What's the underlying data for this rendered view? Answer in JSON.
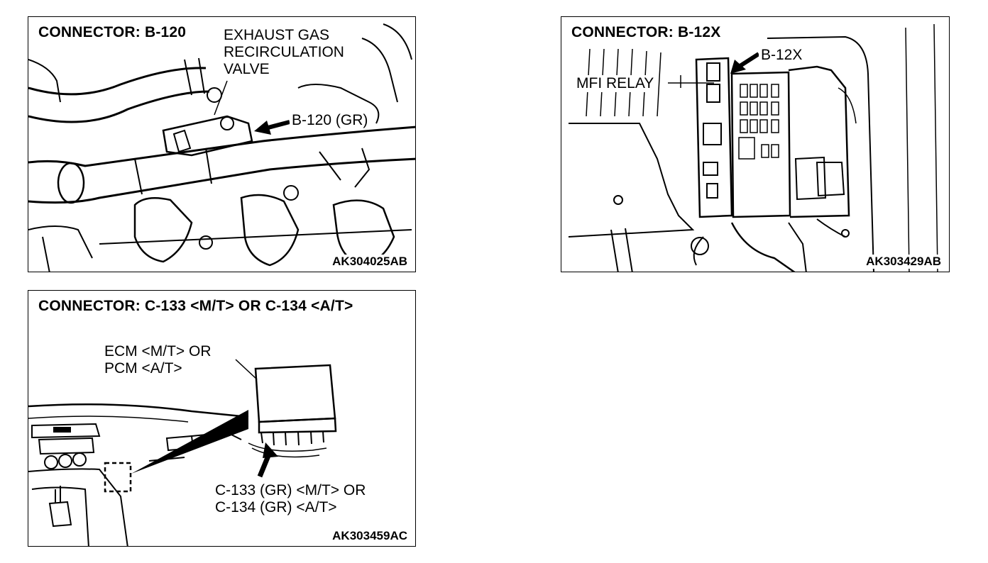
{
  "panel_b120": {
    "title": "CONNECTOR: B-120",
    "component_label": [
      "EXHAUST GAS",
      "RECIRCULATION",
      "VALVE"
    ],
    "connector_label": "B-120 (GR)",
    "figure_code": "AK304025AB"
  },
  "panel_b12x": {
    "title": "CONNECTOR: B-12X",
    "connector_label": "B-12X",
    "component_label": "MFI RELAY",
    "figure_code": "AK303429AB"
  },
  "panel_c133": {
    "title": "CONNECTOR: C-133 <M/T> OR C-134 <A/T>",
    "component_label": [
      "ECM <M/T> OR",
      "PCM <A/T>"
    ],
    "connector_label": [
      "C-133 (GR) <M/T> OR",
      "C-134 (GR) <A/T>"
    ],
    "figure_code": "AK303459AC"
  },
  "colors": {
    "line": "#000000",
    "background": "#ffffff"
  }
}
